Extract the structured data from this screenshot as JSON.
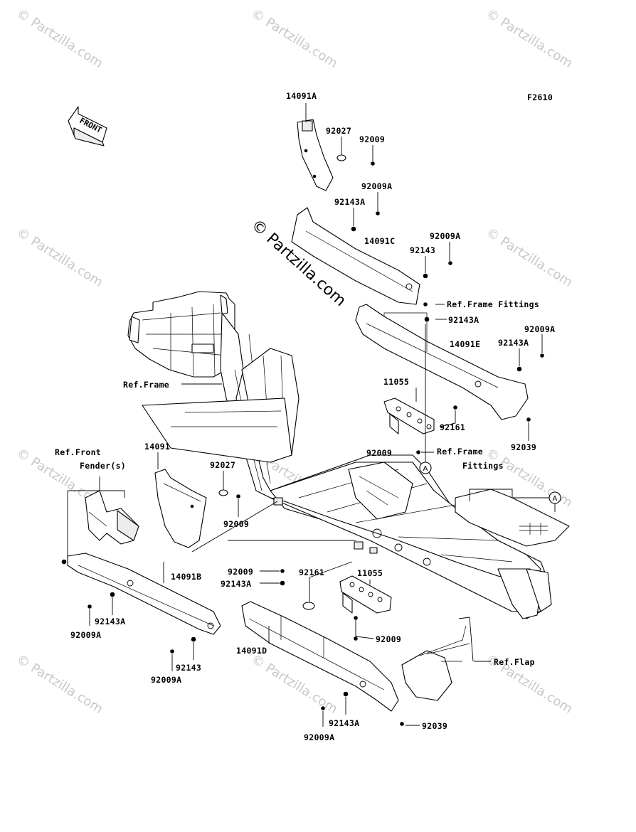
{
  "figure_code": "F2610",
  "front_arrow": "FRONT",
  "watermark_text": "© Partzilla.com",
  "circle_marker": "A",
  "labels": {
    "p14091A": "14091A",
    "p92027_top": "92027",
    "p92009_top": "92009",
    "p92009A_1": "92009A",
    "p92143A_1": "92143A",
    "p14091C": "14091C",
    "p92009A_2": "92009A",
    "p92143_1": "92143",
    "ref_frame_fittings_1": "Ref.Frame Fittings",
    "p92143A_2": "92143A",
    "p92009A_3": "92009A",
    "p14091E": "14091E",
    "p92143A_3": "92143A",
    "ref_frame": "Ref.Frame",
    "p11055_top": "11055",
    "p92161_top": "92161",
    "p92039_top": "92039",
    "p92009_mid": "92009",
    "ref_frame_fittings_2a": "Ref.Frame",
    "ref_frame_fittings_2b": "Fittings",
    "p14091": "14091",
    "ref_front_fender_a": "Ref.Front",
    "ref_front_fender_b": "Fender(s)",
    "p92027_left": "92027",
    "p92009_left": "92009",
    "p14091B": "14091B",
    "p92009_bot": "92009",
    "p92143A_4": "92143A",
    "p92161_bot": "92161",
    "p11055_bot": "11055",
    "p92143A_5": "92143A",
    "p92009A_4": "92009A",
    "p92009_bot2": "92009",
    "p14091D": "14091D",
    "p92143_2": "92143",
    "p92009A_5": "92009A",
    "ref_flap": "Ref.Flap",
    "p92143A_6": "92143A",
    "p92039_bot": "92039",
    "p92009A_6": "92009A"
  }
}
